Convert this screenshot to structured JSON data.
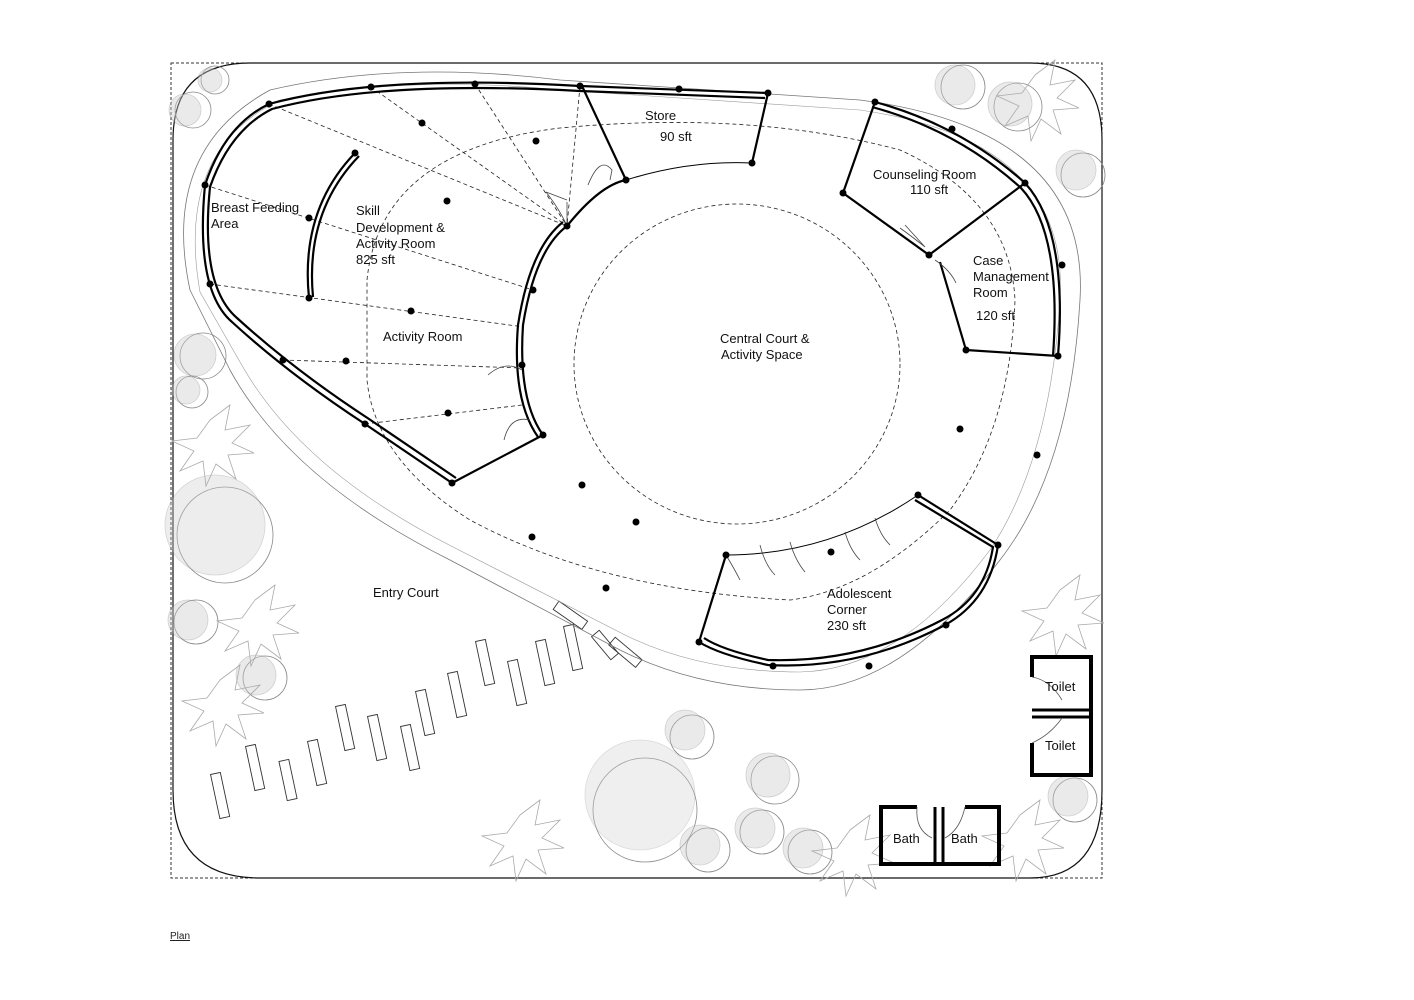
{
  "diagram": {
    "rooms": {
      "store": {
        "name": "Store",
        "area": "90 sft"
      },
      "breast_feeding": {
        "line1": "Breast Feeding",
        "line2": "Area"
      },
      "skill_dev": {
        "line1": "Skill",
        "line2": "Development &",
        "line3": "Activity Room",
        "area": "825 sft"
      },
      "activity_room": {
        "name": "Activity Room"
      },
      "counseling": {
        "name": "Counseling Room",
        "area": "110 sft"
      },
      "case_mgmt": {
        "line1": "Case",
        "line2": "Management",
        "line3": "Room",
        "area": "120 sft"
      },
      "central_court": {
        "line1": "Central Court &",
        "line2": "Activity Space"
      },
      "entry_court": {
        "name": "Entry Court"
      },
      "adolescent": {
        "line1": "Adolescent",
        "line2": "Corner",
        "area": "230 sft"
      },
      "toilet_1": {
        "name": "Toilet"
      },
      "toilet_2": {
        "name": "Toilet"
      },
      "bath_1": {
        "name": "Bath"
      },
      "bath_2": {
        "name": "Bath"
      }
    },
    "caption": "Plan"
  }
}
